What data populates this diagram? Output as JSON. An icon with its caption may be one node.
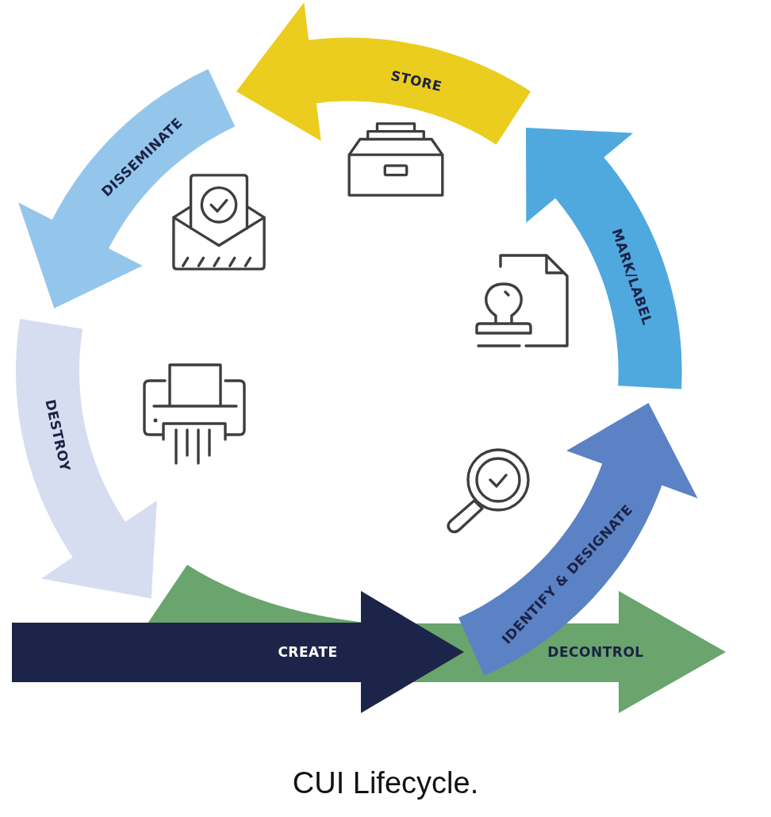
{
  "diagram": {
    "caption": "CUI Lifecycle.",
    "nodes": [
      {
        "text": [
          "CREATE"
        ]
      },
      {
        "text": [
          "IDENTIFY & DESIGNATE"
        ]
      },
      {
        "text": [
          "MARK/LABEL"
        ]
      },
      {
        "text": [
          "STORE"
        ]
      },
      {
        "text": [
          "DISSEMINATE"
        ]
      },
      {
        "text": [
          "DESTROY"
        ]
      },
      {
        "text": [
          "DECONTROL"
        ]
      }
    ]
  }
}
